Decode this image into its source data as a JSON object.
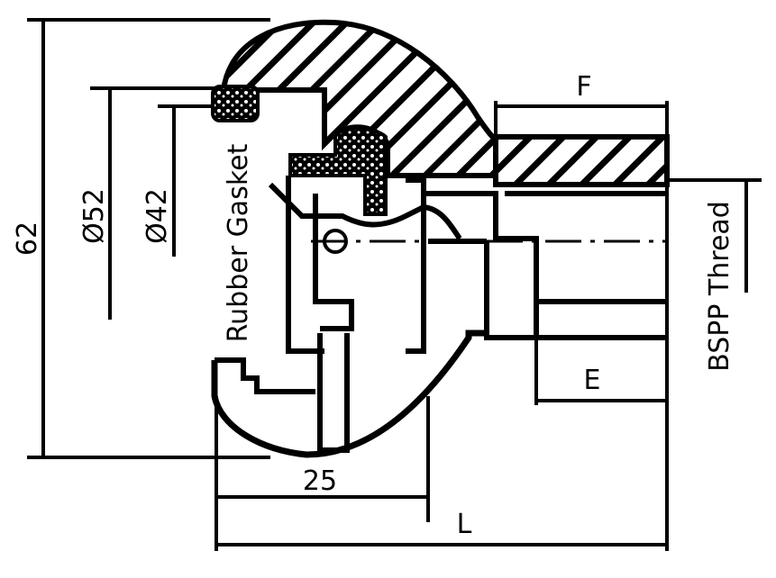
{
  "diagram": {
    "dimensions": {
      "overall_height": "62",
      "outer_diameter": "Ø52",
      "inner_diameter": "Ø42",
      "width_f": "F",
      "width_e": "E",
      "depth_25": "25",
      "length_l": "L"
    },
    "labels": {
      "gasket": "Rubber Gasket",
      "thread": "BSPP Thread"
    },
    "colors": {
      "line": "#000000",
      "background": "#ffffff"
    }
  }
}
